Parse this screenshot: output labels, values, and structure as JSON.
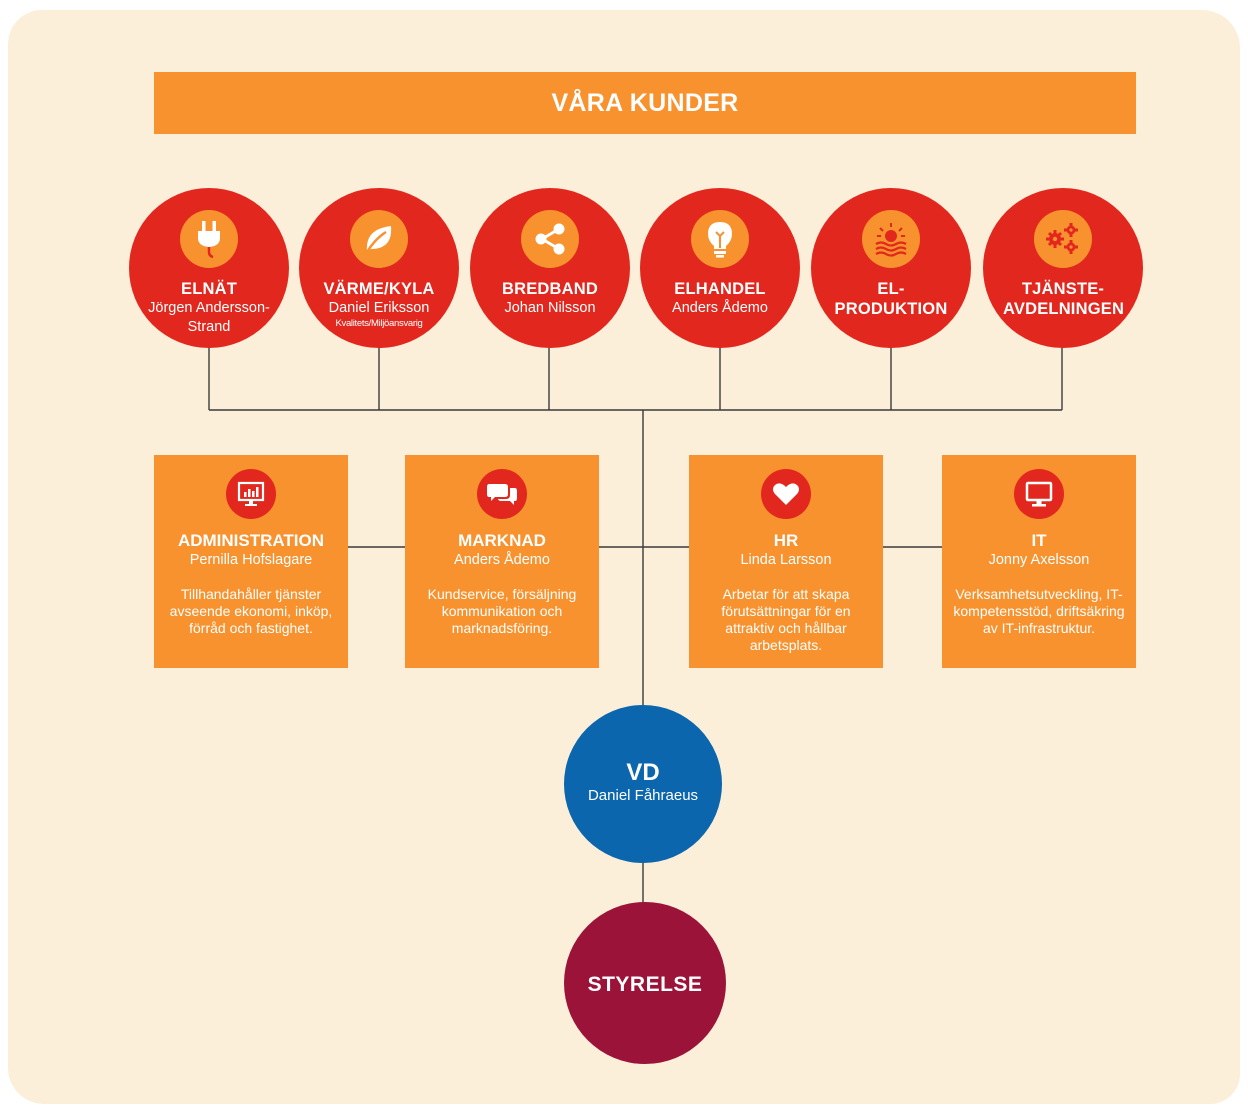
{
  "header": {
    "title": "VÅRA KUNDER"
  },
  "customers": [
    {
      "title": "ELNÄT",
      "name": "Jörgen Andersson-Strand",
      "sub": ""
    },
    {
      "title": "VÄRME/KYLA",
      "name": "Daniel Eriksson",
      "sub": "Kvalitets/Miljöansvarig"
    },
    {
      "title": "BREDBAND",
      "name": "Johan Nilsson",
      "sub": ""
    },
    {
      "title": "ELHANDEL",
      "name": "Anders Ådemo",
      "sub": ""
    },
    {
      "title": "EL-PRODUKTION",
      "name": "",
      "sub": ""
    },
    {
      "title": "TJÄNSTE-AVDELNINGEN",
      "name": "",
      "sub": ""
    }
  ],
  "departments": [
    {
      "title": "ADMINISTRATION",
      "name": "Pernilla Hofslagare",
      "desc": "Tillhandahåller tjänster avseende ekonomi, inköp, förråd och fastighet."
    },
    {
      "title": "MARKNAD",
      "name": "Anders Ådemo",
      "desc": "Kundservice, försäljning kommunikation och marknadsföring."
    },
    {
      "title": "HR",
      "name": "Linda Larsson",
      "desc": "Arbetar för att skapa förutsättningar för en attraktiv och hållbar arbetsplats."
    },
    {
      "title": "IT",
      "name": "Jonny Axelsson",
      "desc": "Verksamhetsutveckling, IT-kompetensstöd, driftsäkring av IT-infrastruktur."
    }
  ],
  "ceo": {
    "title": "VD",
    "name": "Daniel Fåhraeus"
  },
  "board": {
    "title": "STYRELSE"
  },
  "colors": {
    "background": "#fcefd9",
    "orange": "#f7922e",
    "red": "#e2281e",
    "blue": "#0b66ad",
    "burgundy": "#9c1339",
    "line": "#3a3a3a"
  },
  "icons": {
    "customers": [
      "plug-icon",
      "leaf-icon",
      "share-icon",
      "lightbulb-icon",
      "sun-water-icon",
      "gears-icon"
    ],
    "departments": [
      "monitor-chart-icon",
      "speech-bubbles-icon",
      "heart-icon",
      "monitor-icon"
    ]
  }
}
